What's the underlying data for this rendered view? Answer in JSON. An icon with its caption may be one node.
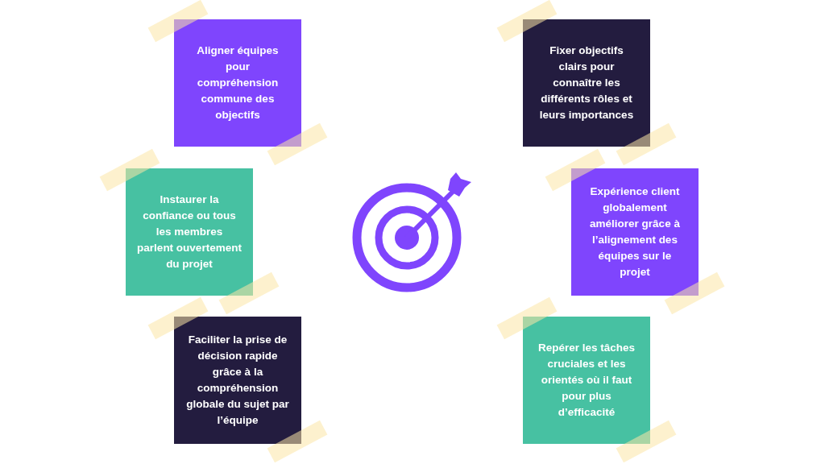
{
  "diagram": {
    "nodes": [
      {
        "text": [
          "Aligner équipes pour compréhension commune des objectifs"
        ]
      },
      {
        "text": [
          "Fixer objectifs clairs pour connaître les différents rôles et leurs importances"
        ]
      },
      {
        "text": [
          "Instaurer la confiance ou tous les membres parlent ouvertement du projet"
        ]
      },
      {
        "text": [
          "Expérience client globalement améliorer grâce à l’alignement des équipes sur le projet"
        ]
      },
      {
        "text": [
          "Faciliter la prise de décision rapide grâce à la compréhension globale du sujet par l’équipe"
        ]
      },
      {
        "text": [
          "Repérer les tâches cruciales et les orientés où il faut pour plus d’efficacité"
        ]
      }
    ]
  }
}
